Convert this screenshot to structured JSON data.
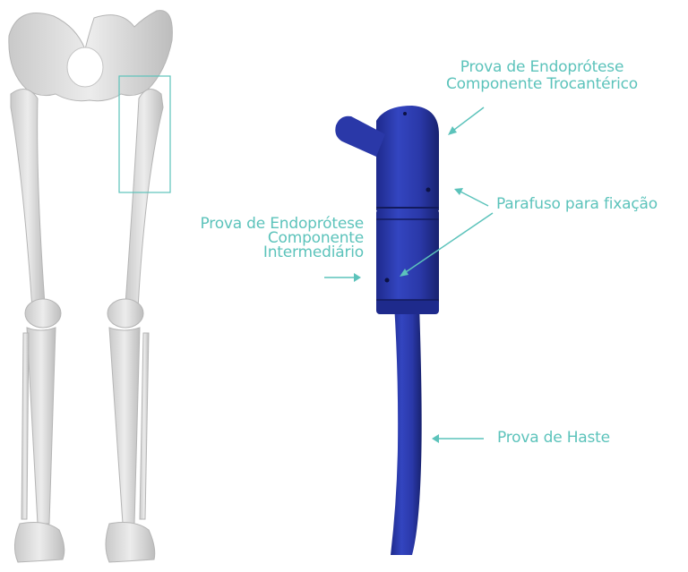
{
  "labels": {
    "trochanteric": {
      "line1": "Prova de Endoprótese",
      "line2": "Componente Trocantérico"
    },
    "screw": "Parafuso para fixação",
    "intermediate": {
      "line1": "Prova de Endoprótese",
      "line2": "Componente",
      "line3": "Intermediário"
    },
    "stem": "Prova de Haste"
  },
  "colors": {
    "accent": "#5cc3bb",
    "implant": "#2b3aa8",
    "bone": "#d6d6d6"
  }
}
